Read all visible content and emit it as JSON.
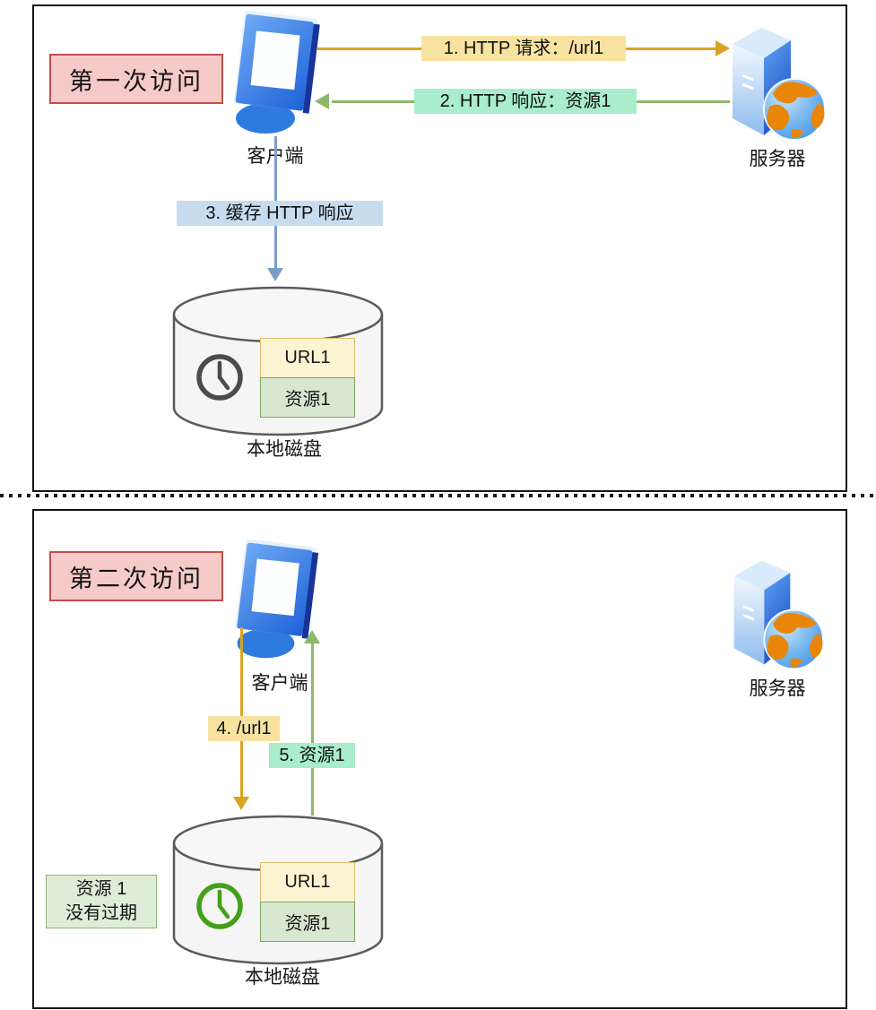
{
  "panel_first": {
    "title": "第一次访问",
    "client": {
      "label": "客户端"
    },
    "server": {
      "label": "服务器"
    },
    "disk": {
      "label": "本地磁盘"
    },
    "steps": {
      "request": "1. HTTP 请求：/url1",
      "response": "2. HTTP 响应：资源1",
      "cache": "3. 缓存 HTTP 响应"
    },
    "cache_entry": {
      "key": "URL1",
      "value": "资源1"
    }
  },
  "panel_second": {
    "title": "第二次访问",
    "client": {
      "label": "客户端"
    },
    "server": {
      "label": "服务器"
    },
    "disk": {
      "label": "本地磁盘"
    },
    "steps": {
      "request": "4. /url1",
      "response": "5. 资源1"
    },
    "cache_entry": {
      "key": "URL1",
      "value": "资源1"
    },
    "note": {
      "line1": "资源 1",
      "line2": "没有过期"
    }
  },
  "colors": {
    "title_bg": "#F5CAC8",
    "title_border": "#BF504C",
    "request_highlight": "#F7E2A0",
    "response_highlight": "#A9EDCA",
    "cache_highlight": "#C8DCF0",
    "request_arrow": "#D9A422",
    "response_arrow": "#8DB868",
    "cache_arrow": "#7C9DC8",
    "cache_key_bg": "#FCF3D2",
    "cache_key_border": "#DCBE6E",
    "cache_value_bg": "#D8E8D0",
    "cache_value_border": "#82A662",
    "note_bg": "#DEEDD8",
    "note_border": "#8FB47A",
    "clock_first": "#4B4B4B",
    "clock_second": "#43A017",
    "cylinder_fill": "#F5F5F5",
    "cylinder_stroke": "#5B5B5B",
    "panel_border": "#141414"
  }
}
